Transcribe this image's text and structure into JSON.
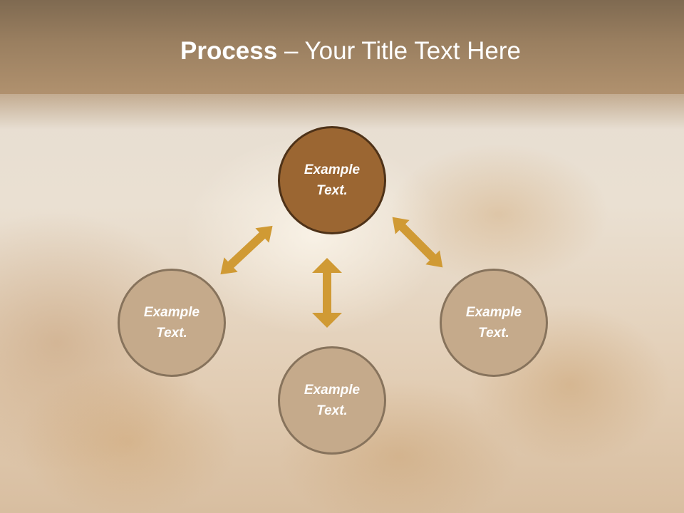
{
  "slide": {
    "title": {
      "bold": "Process",
      "rest": " – Your Title Text Here"
    },
    "circles": [
      {
        "id": "top",
        "line1": "Example",
        "line2": "Text.",
        "highlighted": true
      },
      {
        "id": "left",
        "line1": "Example",
        "line2": "Text.",
        "highlighted": false
      },
      {
        "id": "right",
        "line1": "Example",
        "line2": "Text.",
        "highlighted": false
      },
      {
        "id": "bottom",
        "line1": "Example",
        "line2": "Text.",
        "highlighted": false
      }
    ],
    "colors": {
      "header": "#9a7f60",
      "main_circle": "#9b6632",
      "main_circle_border": "#4e3218",
      "sub_circle": "#c5aa8b",
      "sub_circle_border": "#87735c",
      "arrow": "#d09a34"
    }
  }
}
